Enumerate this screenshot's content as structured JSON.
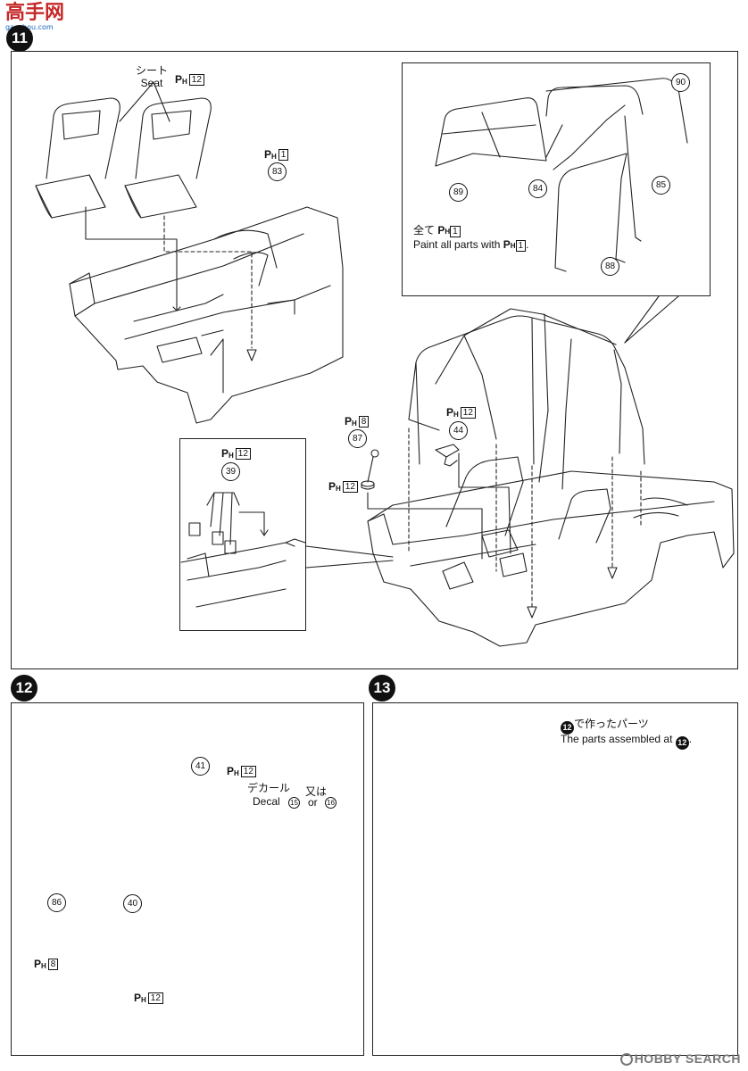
{
  "watermark": {
    "brand_text": "高手网",
    "brand_sub": "gaoshou.com"
  },
  "steps": {
    "s11": {
      "number": "11"
    },
    "s12": {
      "number": "12"
    },
    "s13": {
      "number": "13"
    }
  },
  "step11": {
    "seat_label_jp": "シート",
    "seat_label_en": "Seat",
    "seat_paint": {
      "p": "P",
      "sub": "H",
      "code": "12"
    },
    "tub_part": "83",
    "tub_paint": {
      "p": "P",
      "sub": "H",
      "code": "1"
    },
    "cage_parts": {
      "p90": "90",
      "p89": "89",
      "p84": "84",
      "p85": "85",
      "p88": "88"
    },
    "cage_note_jp": "全て",
    "cage_note_paint": {
      "p": "P",
      "sub": "H",
      "code": "1"
    },
    "cage_note_en_prefix": "Paint all parts with",
    "cage_note_en_suffix": ".",
    "pedal_part": "39",
    "pedal_paint": {
      "p": "P",
      "sub": "H",
      "code": "12"
    },
    "shifter_part": "87",
    "shifter_paint_top": {
      "p": "P",
      "sub": "H",
      "code": "8"
    },
    "shifter_paint_bottom": {
      "p": "P",
      "sub": "H",
      "code": "12"
    },
    "brake_part": "44",
    "brake_paint": {
      "p": "P",
      "sub": "H",
      "code": "12"
    }
  },
  "step12": {
    "dash_part": "41",
    "dash_paint": {
      "p": "P",
      "sub": "H",
      "code": "12"
    },
    "decal_jp": "デカール",
    "decal_en": "Decal",
    "decal_a": "15",
    "decal_or_jp": "又は",
    "decal_or_en": "or",
    "decal_b": "16",
    "wheel_part": "86",
    "wheel_paint": {
      "p": "P",
      "sub": "H",
      "code": "8"
    },
    "column_part": "40",
    "column_paint": {
      "p": "P",
      "sub": "H",
      "code": "12"
    }
  },
  "step13": {
    "note_num": "12",
    "note_jp": "で作ったパーツ",
    "note_en": "The parts assembled at",
    "note_en_suffix": "."
  },
  "source_logo": "HOBBY SEARCH"
}
